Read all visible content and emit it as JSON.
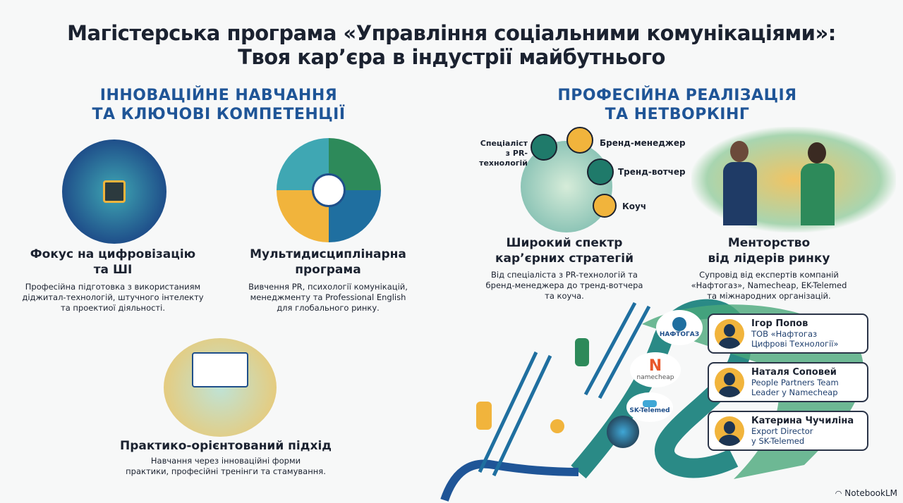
{
  "title": {
    "line1": "Магістерська програма «Управління соціальними комунікаціями»:",
    "line2": "Твоя кар’єра в індустрії майбутнього"
  },
  "left": {
    "heading1": "ІННОВАЦІЙНЕ НАВЧАННЯ",
    "heading2": "ТА КЛЮЧОВІ КОМПЕТЕНЦІЇ",
    "blocks": [
      {
        "title1": "Фокус на цифровізацію",
        "title2": "та ШІ",
        "desc": [
          "Професійна підготовка з використаниям",
          "діджитал-технологій, штучного інтелекту",
          "та проектиої діяльності."
        ]
      },
      {
        "title1": "Мультидисциплінарна",
        "title2": "програма",
        "desc": [
          "Вивчення PR, психології комунікацій,",
          "менеджменту та Professional English",
          "для глобального ринку."
        ]
      },
      {
        "title1": "Практико-орієнтований підхід",
        "title2": "",
        "desc": [
          "Навчання через інноваційні форми",
          "практики, професійні тренінги та стамування."
        ]
      }
    ]
  },
  "right": {
    "heading1": "ПРОФЕСІЙНА РЕАЛІЗАЦІЯ",
    "heading2": "ТА НЕТВОРКІНГ",
    "roles": [
      "Спеціаліст",
      "з PR-технологій",
      "Бренд-менеджер",
      "Тренд-вотчер",
      "Коуч"
    ],
    "blocks": [
      {
        "title1": "Широкий спектр",
        "title2": "кар’єрних стратегій",
        "desc": [
          "Від спеціаліста з PR-технологій та",
          "бренд-менеджера до тренд-вотчера",
          "та коуча."
        ]
      },
      {
        "title1": "Менторство",
        "title2": "від лідерів ринку",
        "desc": [
          "Супровід від експертів компаній",
          "«Нафтогаз», Namecheap, EK-Telemed",
          "та міжнародних організацій."
        ]
      }
    ],
    "logos": [
      "НАФТОГАЗ",
      "namecheap",
      "SK-Telemed"
    ],
    "mentors": [
      {
        "name": "Ігор Попов",
        "role1": "ТОВ «Нафтогаз",
        "role2": "Цифрові Технології»"
      },
      {
        "name": "Наталя Соповей",
        "role1": "People Partners Team",
        "role2": "Leader у Namecheap"
      },
      {
        "name": "Катерина Чучиліна",
        "role1": "Export Director",
        "role2": "у SK-Telemed"
      }
    ]
  },
  "footer": {
    "brand": "NotebookLM"
  },
  "colors": {
    "navy": "#1b2230",
    "blue": "#1f5597",
    "teal": "#2a8a86",
    "green": "#3c9a5a",
    "orange": "#f1b43c"
  }
}
